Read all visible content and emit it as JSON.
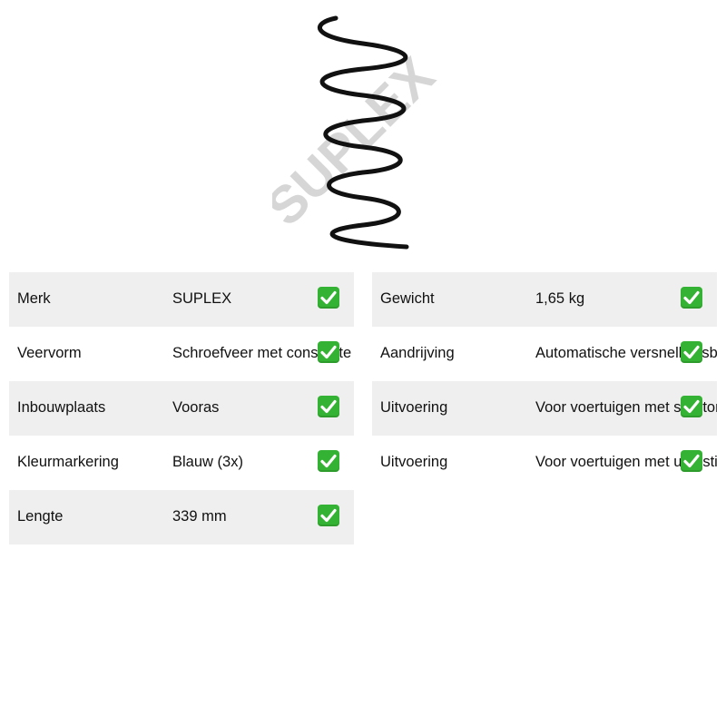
{
  "image": {
    "alt": "SUPLEX",
    "watermark": "SUPLEX",
    "icon": "coil-spring-image"
  },
  "specs_left": [
    {
      "label": "Merk",
      "value": "SUPLEX"
    },
    {
      "label": "Veervorm",
      "value": "Schroefveer met constante"
    },
    {
      "label": "Inbouwplaats",
      "value": "Vooras"
    },
    {
      "label": "Kleurmarkering",
      "value": "Blauw (3x)"
    },
    {
      "label": "Lengte",
      "value": "339 mm"
    }
  ],
  "specs_right": [
    {
      "label": "Gewicht",
      "value": "1,65 kg"
    },
    {
      "label": "Aandrijving",
      "value": "Automatische versnellingsbak"
    },
    {
      "label": "Uitvoering",
      "value": "Voor voertuigen met sportonderstel"
    },
    {
      "label": "Uitvoering",
      "value": "Voor voertuigen met uitrusting"
    }
  ],
  "check_icon": "check-mark-icon",
  "colors": {
    "row_shade": "#efefef",
    "check_green": "#34b233",
    "spring": "#111111",
    "watermark": "#cfcfcf"
  }
}
